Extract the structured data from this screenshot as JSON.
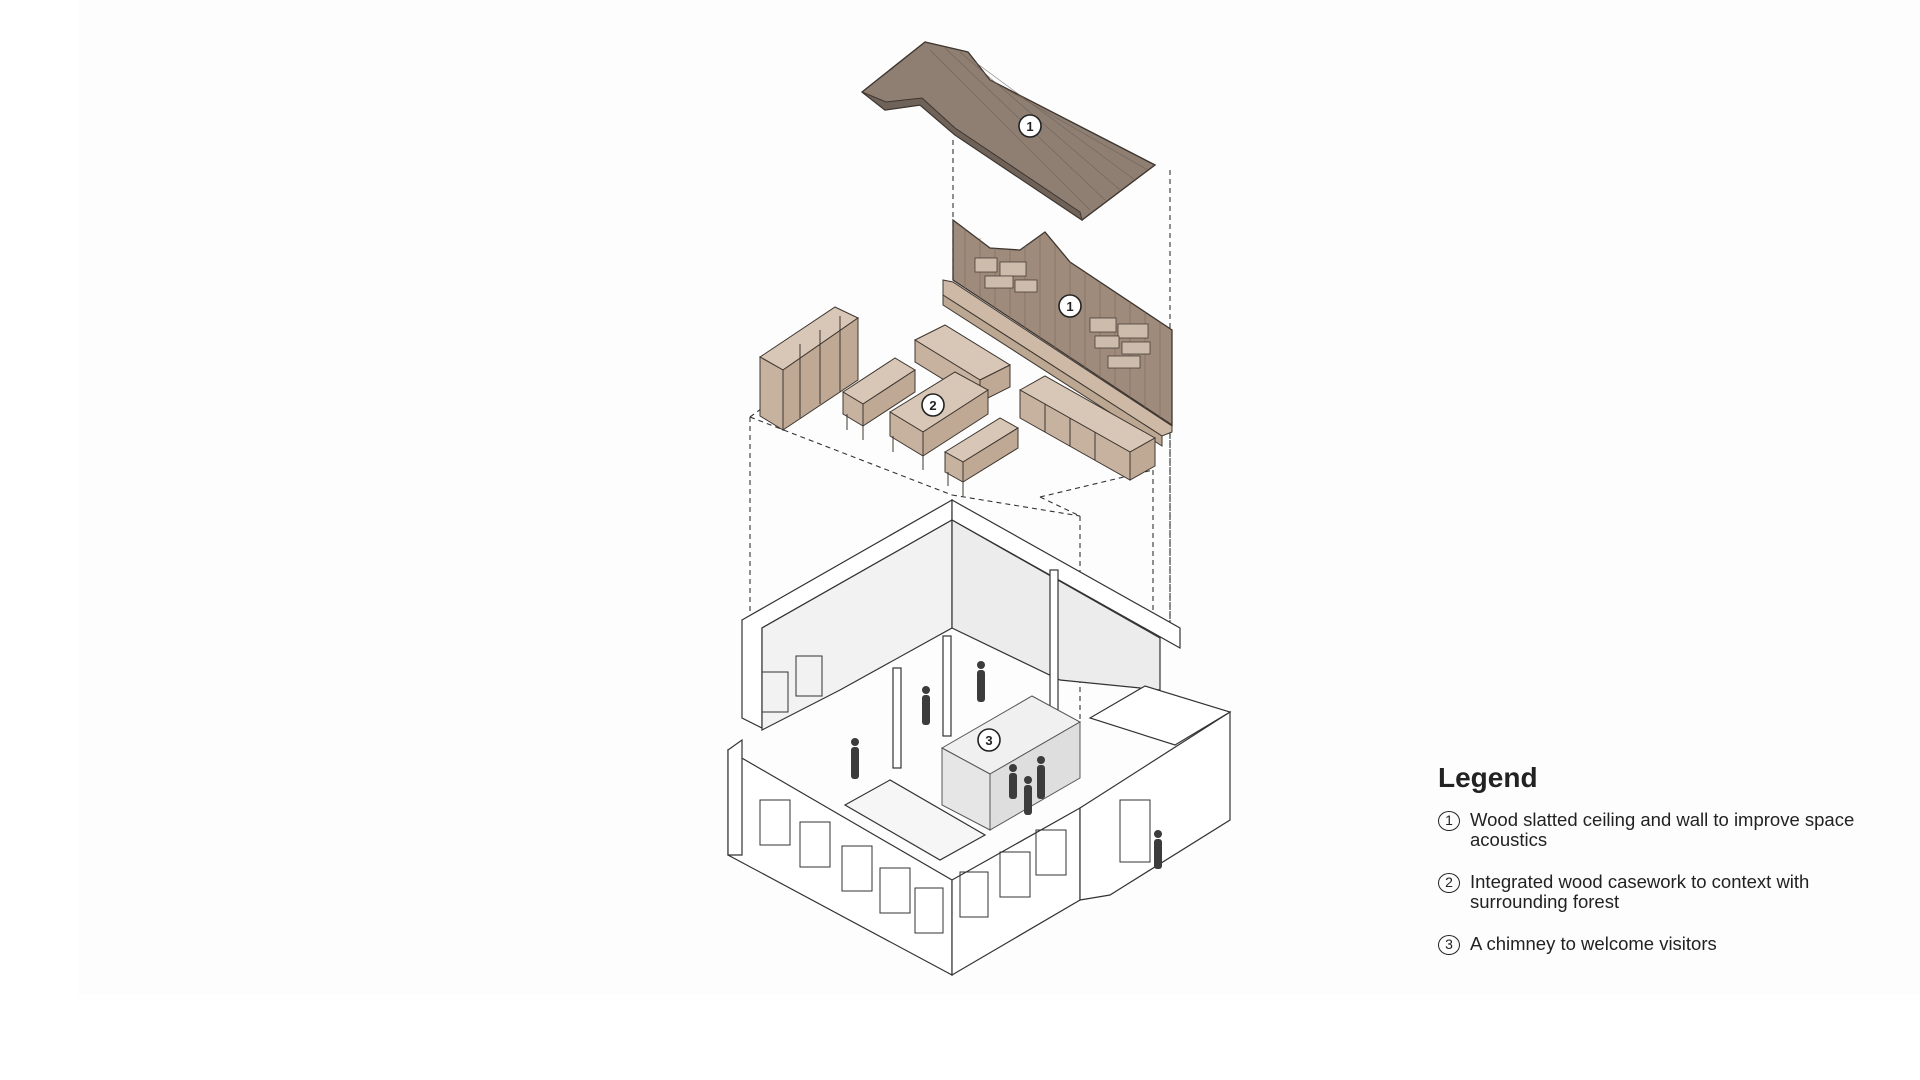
{
  "callouts": {
    "roof": "1",
    "wall": "1",
    "casework": "2",
    "chimney": "3"
  },
  "legend": {
    "title": "Legend",
    "items": [
      {
        "num": "1",
        "text": "Wood slatted ceiling and wall to improve space acoustics"
      },
      {
        "num": "2",
        "text": "Integrated wood casework to context with surrounding forest"
      },
      {
        "num": "3",
        "text": "A chimney to welcome visitors"
      }
    ]
  },
  "colors": {
    "wood": "#b7a492",
    "wood_dark": "#8c7a6b",
    "roof": "#8f7f73",
    "line": "#333333",
    "figure": "#3c3c3c"
  }
}
